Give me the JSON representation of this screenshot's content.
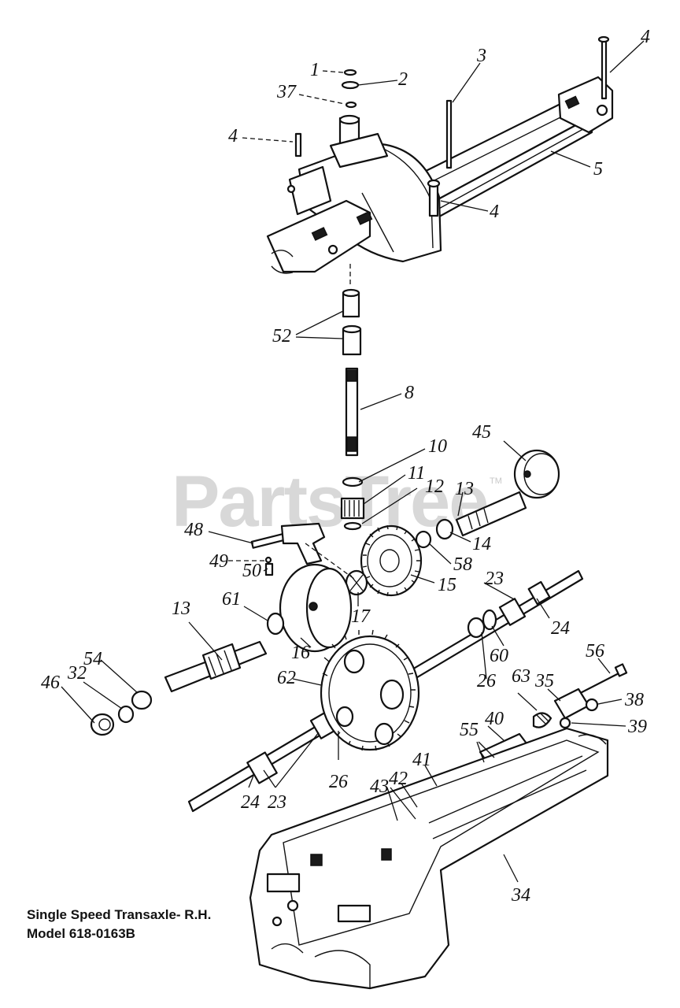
{
  "watermark": {
    "text": "PartsTree",
    "trademark": "TM"
  },
  "caption": {
    "line1": "Single Speed Transaxle- R.H.",
    "line2": "Model 618-0163B"
  },
  "callouts": {
    "c1": "1",
    "c2": "2",
    "c37": "37",
    "c3": "3",
    "c4a": "4",
    "c4b": "4",
    "c4c": "4",
    "c5": "5",
    "c52": "52",
    "c8": "8",
    "c10": "10",
    "c45": "45",
    "c11": "11",
    "c12": "12",
    "c13a": "13",
    "c48": "48",
    "c14": "14",
    "c49": "49",
    "c50": "50",
    "c58": "58",
    "c15": "15",
    "c23a": "23",
    "c61": "61",
    "c17": "17",
    "c13b": "13",
    "c24a": "24",
    "c16": "16",
    "c60": "60",
    "c54": "54",
    "c32": "32",
    "c46": "46",
    "c56": "56",
    "c62": "62",
    "c26a": "26",
    "c63": "63",
    "c35": "35",
    "c38": "38",
    "c39": "39",
    "c40": "40",
    "c55": "55",
    "c41": "41",
    "c42": "42",
    "c43": "43",
    "c26b": "26",
    "c24b": "24",
    "c23b": "23",
    "c34": "34"
  }
}
